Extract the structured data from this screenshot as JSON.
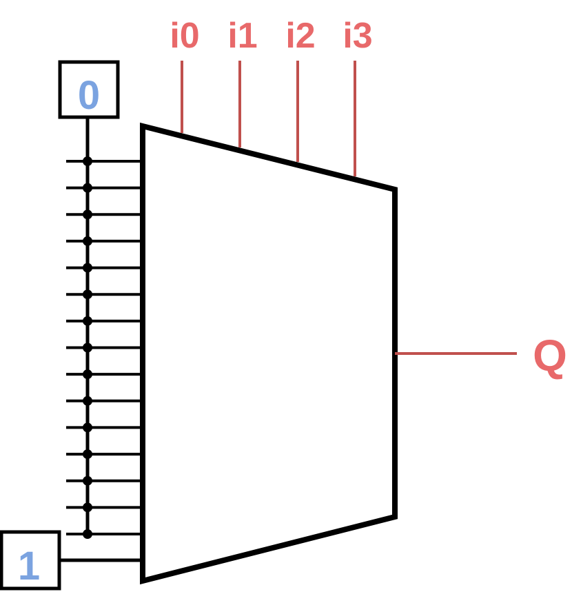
{
  "diagram": {
    "constant_top": "0",
    "constant_bottom": "1",
    "inputs": [
      {
        "label": "i0"
      },
      {
        "label": "i1"
      },
      {
        "label": "i2"
      },
      {
        "label": "i3"
      }
    ],
    "output": "Q",
    "tap_count": 15,
    "colors": {
      "signal_label": "#e8696a",
      "signal_wire": "#c0504d",
      "constant_label": "#7ba3e0",
      "structure": "#000000"
    }
  }
}
